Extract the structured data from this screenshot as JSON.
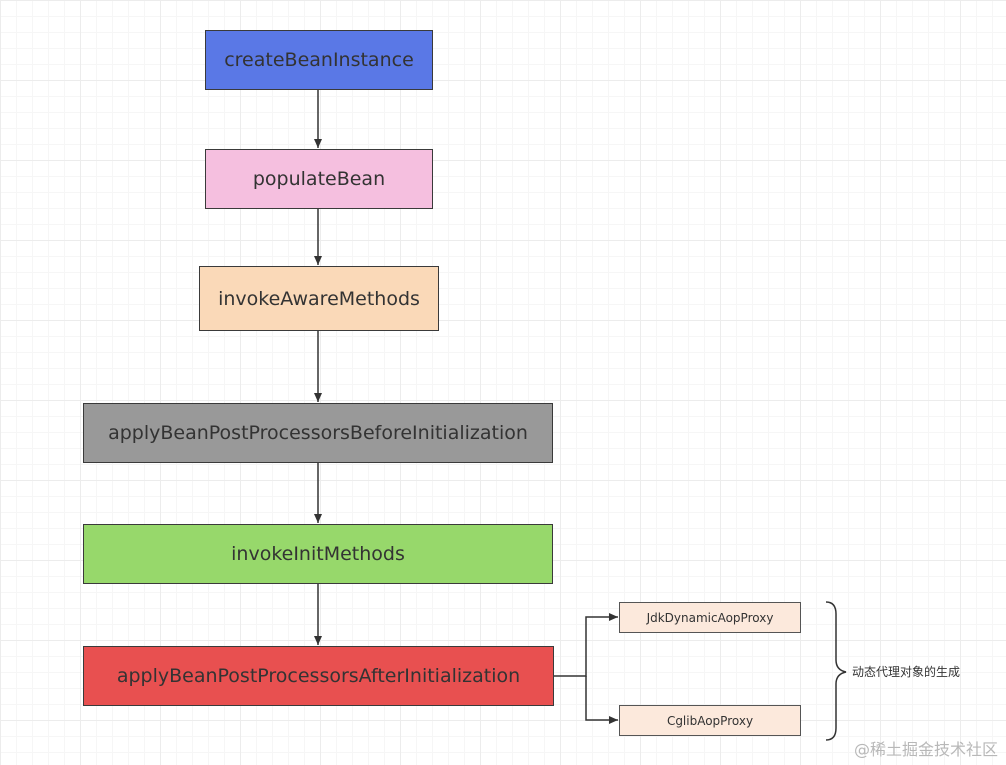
{
  "flow": {
    "nodes": [
      {
        "label": "createBeanInstance",
        "color": "#5a78e6"
      },
      {
        "label": "populateBean",
        "color": "#f5bfdf"
      },
      {
        "label": "invokeAwareMethods",
        "color": "#fad9b8"
      },
      {
        "label": "applyBeanPostProcessorsBeforeInitialization",
        "color": "#999999"
      },
      {
        "label": "invokeInitMethods",
        "color": "#97d86b"
      },
      {
        "label": "applyBeanPostProcessorsAfterInitialization",
        "color": "#e85050"
      }
    ]
  },
  "proxies": {
    "items": [
      {
        "label": "JdkDynamicAopProxy",
        "color": "#fce9dc"
      },
      {
        "label": "CglibAopProxy",
        "color": "#fce9dc"
      }
    ],
    "brace_note": "动态代理对象的生成"
  },
  "watermark": "@稀土掘金技术社区",
  "colors": {
    "line": "#333333"
  }
}
